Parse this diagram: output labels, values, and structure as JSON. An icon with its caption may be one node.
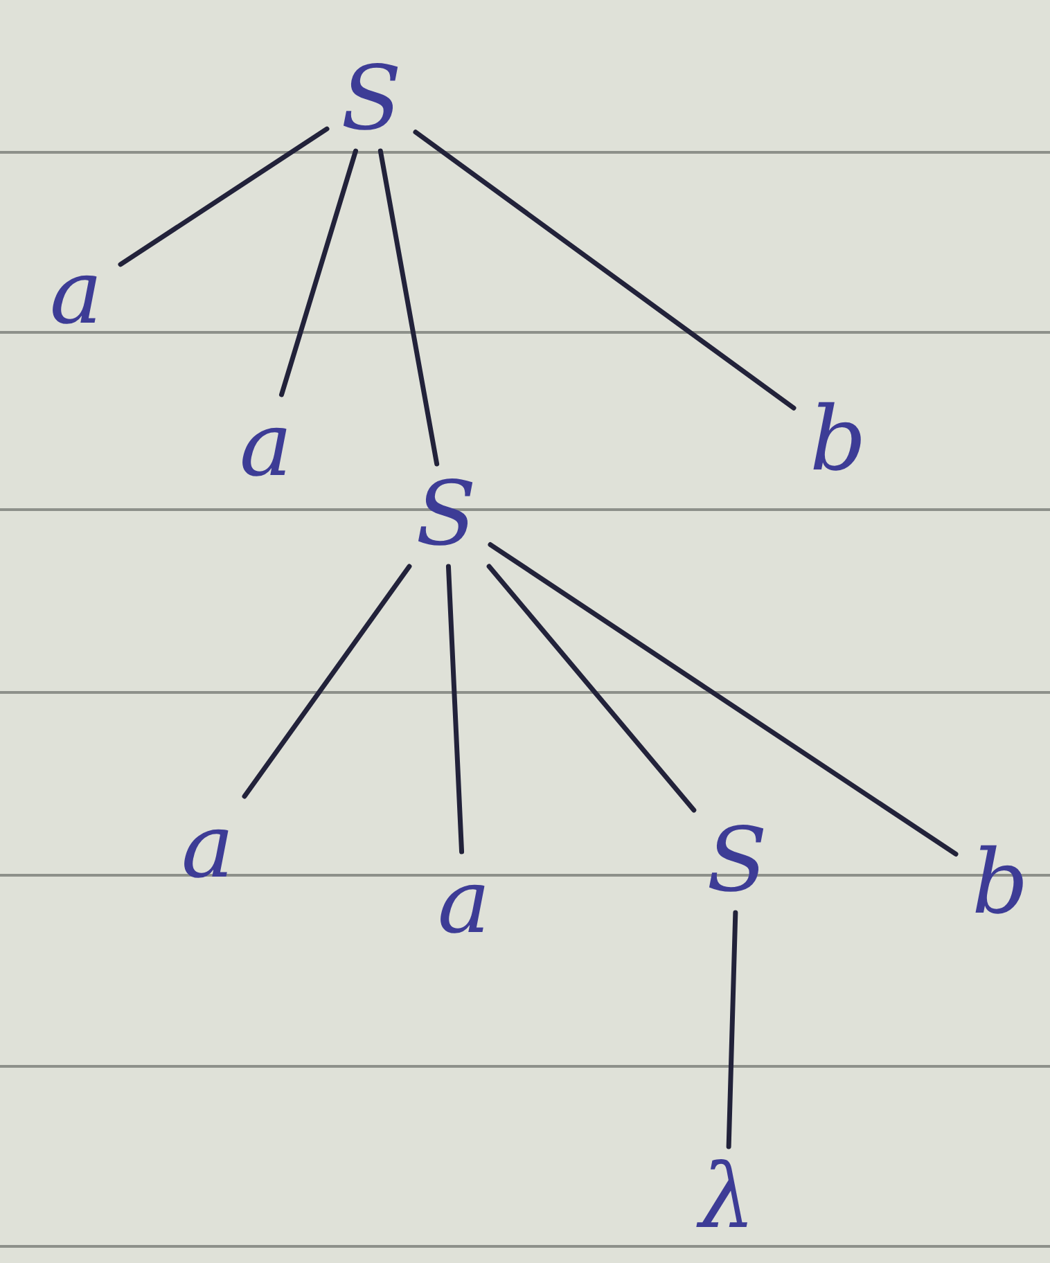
{
  "diagram": {
    "nodes": [
      {
        "text": [
          "S"
        ]
      },
      {
        "text": [
          "a"
        ]
      },
      {
        "text": [
          "a"
        ]
      },
      {
        "text": [
          "S"
        ]
      },
      {
        "text": [
          "b"
        ]
      },
      {
        "text": [
          "a"
        ]
      },
      {
        "text": [
          "a"
        ]
      },
      {
        "text": [
          "S"
        ]
      },
      {
        "text": [
          "b"
        ]
      },
      {
        "text": [
          "λ"
        ]
      }
    ],
    "edges": [
      {
        "from": 0,
        "to": 1,
        "arrow": "none"
      },
      {
        "from": 0,
        "to": 2,
        "arrow": "none"
      },
      {
        "from": 0,
        "to": 3,
        "arrow": "none"
      },
      {
        "from": 0,
        "to": 4,
        "arrow": "none"
      },
      {
        "from": 3,
        "to": 5,
        "arrow": "none"
      },
      {
        "from": 3,
        "to": 6,
        "arrow": "none"
      },
      {
        "from": 3,
        "to": 7,
        "arrow": "none"
      },
      {
        "from": 3,
        "to": 8,
        "arrow": "none"
      },
      {
        "from": 7,
        "to": 9,
        "arrow": "none"
      }
    ]
  }
}
